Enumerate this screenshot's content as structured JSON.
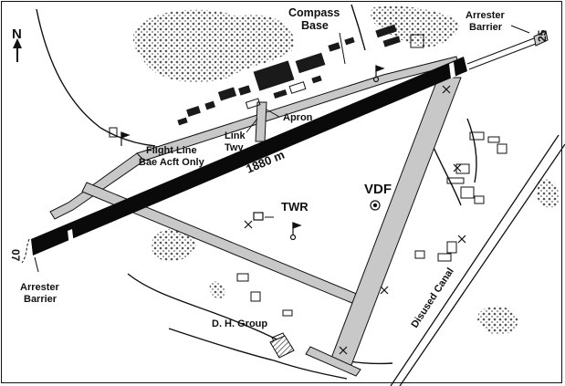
{
  "labels": {
    "compass_base_line1": "Compass",
    "compass_base_line2": "Base",
    "arrester_ne_line1": "Arrester",
    "arrester_ne_line2": "Barrier",
    "arrester_sw_line1": "Arrester",
    "arrester_sw_line2": "Barrier",
    "apron": "Apron",
    "link_twy_line1": "Link",
    "link_twy_line2": "Twy",
    "flight_line_line1": "Flight Line",
    "flight_line_line2": "Bae Acft Only",
    "runway_length": "1880 m",
    "vdf": "VDF",
    "twr": "TWR",
    "dh_group": "D. H. Group",
    "disused_canal": "Disused Canal",
    "north": "N",
    "rwy_end_ne": "25",
    "rwy_end_sw": "07"
  },
  "colors": {
    "runway": "#0a0a0a",
    "taxiway": "#c8c8c8",
    "building": "#1a1a1a",
    "vegetation": "#7a7a7a",
    "ink": "#111111"
  }
}
